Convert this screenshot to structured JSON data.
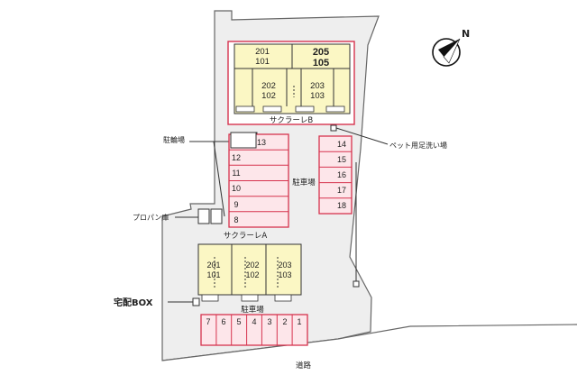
{
  "colors": {
    "ground": "#eeeeee",
    "outline": "#666666",
    "building_fill": "#fbf7c4",
    "red": "#d6334e",
    "parking_fill": "#fde6ea",
    "road": "#ffffff"
  },
  "compass": {
    "letter": "N",
    "icon": "compass-north-arrow-icon"
  },
  "building_b": {
    "name": "サクラーレB",
    "units": [
      {
        "upper": "201",
        "lower": "101"
      },
      {
        "upper": "205",
        "lower": "105"
      },
      {
        "upper": "202",
        "lower": "102"
      },
      {
        "upper": "203",
        "lower": "103"
      }
    ]
  },
  "building_a": {
    "name": "サクラーレA",
    "units": [
      {
        "upper": "201",
        "lower": "101"
      },
      {
        "upper": "202",
        "lower": "102"
      },
      {
        "upper": "203",
        "lower": "103"
      }
    ]
  },
  "labels": {
    "bike_parking": "駐輪場",
    "parking_center": "駐車場",
    "parking_bottom": "駐車場",
    "propane": "プロパン庫",
    "delivery_box": "宅配BOX",
    "pet_wash": "ペット用足洗い場",
    "road": "道路"
  },
  "parking": {
    "left_column": [
      "13",
      "12",
      "11",
      "10",
      "9",
      "8"
    ],
    "right_column": [
      "14",
      "15",
      "16",
      "17",
      "18"
    ],
    "bottom_row": [
      "7",
      "6",
      "5",
      "4",
      "3",
      "2",
      "1"
    ]
  }
}
